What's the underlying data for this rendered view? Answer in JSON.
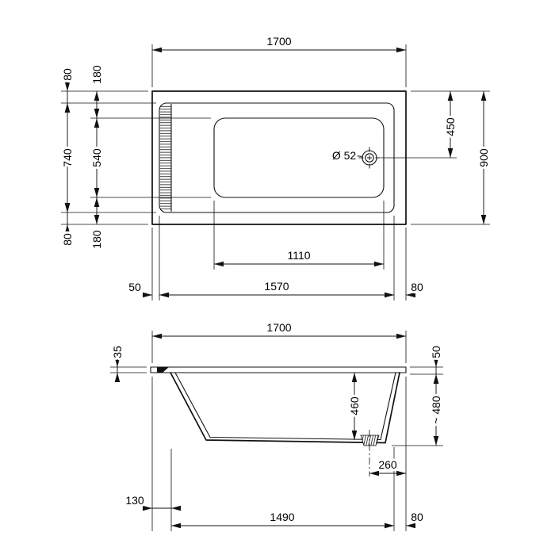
{
  "document": {
    "type": "technical-dimension-drawing",
    "subject": "bathtub"
  },
  "top_view": {
    "dim_overall_width": "1700",
    "dim_rim_offset_top": "80",
    "dim_basin_offset_top": "180",
    "dim_opening_depth": "740",
    "dim_basin_depth": "540",
    "dim_rim_offset_bottom": "80",
    "dim_basin_offset_bottom": "180",
    "dim_drain_from_top_edge": "450",
    "dim_overall_depth": "900",
    "dim_basin_floor_length": "1110",
    "dim_rim_left": "50",
    "dim_opening_length": "1570",
    "dim_rim_right": "80",
    "drain_diameter_label": "Ø 52"
  },
  "side_view": {
    "dim_overall_length": "1700",
    "dim_rim_thickness": "35",
    "dim_rim_height_right": "50",
    "dim_inner_depth": "460",
    "dim_overall_height": "~ 480",
    "dim_drain_offset_right": "260",
    "dim_base_offset_left": "130",
    "dim_base_length": "1490",
    "dim_base_offset_right": "80"
  }
}
